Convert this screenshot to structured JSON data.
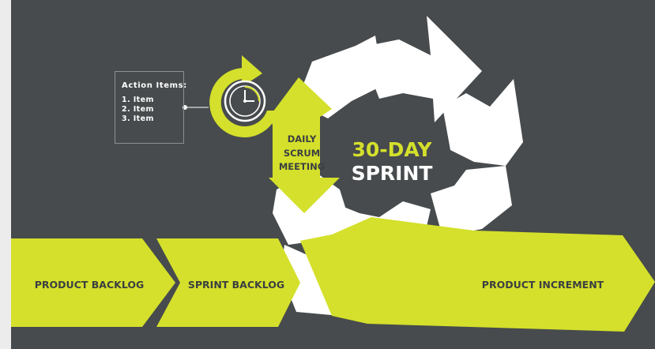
{
  "action_items": {
    "title": "Action Items:",
    "items": [
      "1. Item",
      "2. Item",
      "3. Item"
    ]
  },
  "daily_scrum": {
    "lines": [
      "DAILY",
      "SCRUM",
      "MEETING"
    ]
  },
  "sprint": {
    "line1": "30-DAY",
    "line2": "SPRINT"
  },
  "flow": {
    "product_backlog": "PRODUCT BACKLOG",
    "sprint_backlog": "SPRINT BACKLOG",
    "product_increment": "PRODUCT INCREMENT"
  },
  "colors": {
    "background": "#474b4d",
    "accent": "#d4e02b",
    "white": "#ffffff"
  }
}
